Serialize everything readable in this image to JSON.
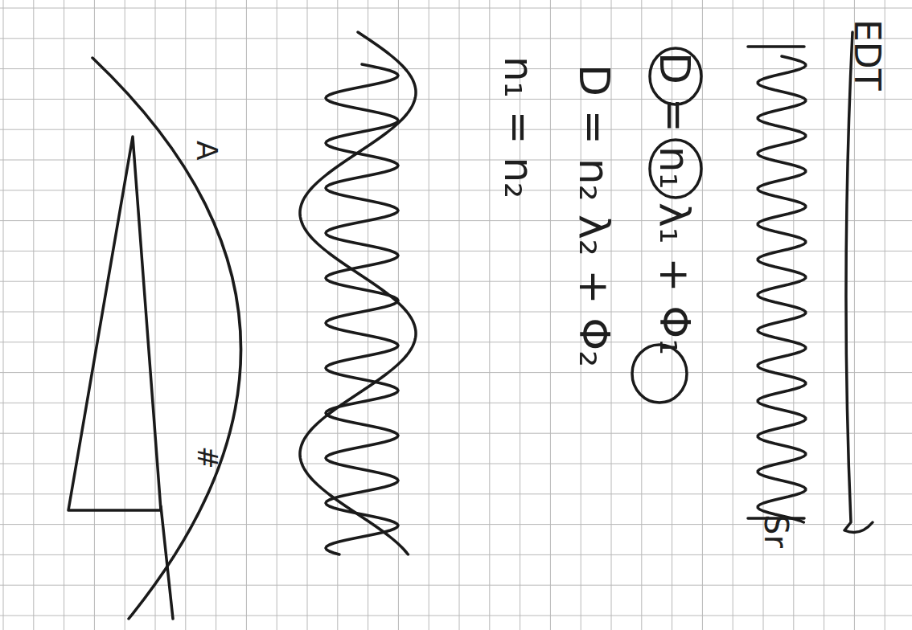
{
  "diagram": {
    "labels": [
      "EDT",
      "D = n₁ λ₁ + Φ₁",
      "D = n₂ λ₂ + Φ₂",
      "n₁ = n₂",
      "Sr",
      "A",
      "#"
    ]
  }
}
